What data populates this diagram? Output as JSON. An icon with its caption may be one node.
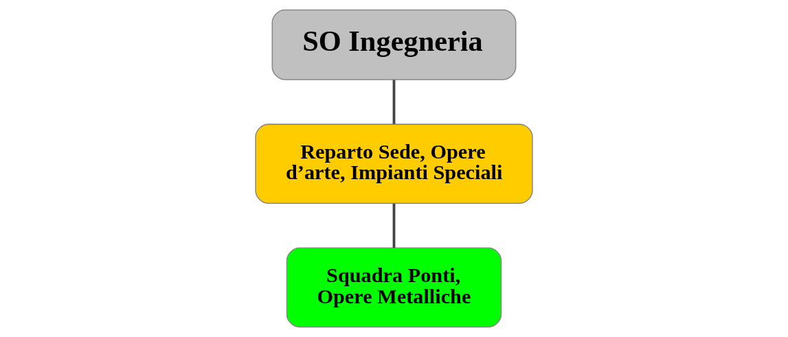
{
  "diagram": {
    "nodes": [
      {
        "text": [
          "SO Ingegneria"
        ]
      },
      {
        "text": [
          "Reparto Sede, Opere d’arte, Impianti Speciali"
        ]
      },
      {
        "text": [
          "Squadra Ponti, Opere Metalliche"
        ]
      }
    ],
    "edges": [
      {
        "from": 0,
        "to": 1,
        "arrow": "none"
      },
      {
        "from": 1,
        "to": 2,
        "arrow": "none"
      }
    ]
  }
}
